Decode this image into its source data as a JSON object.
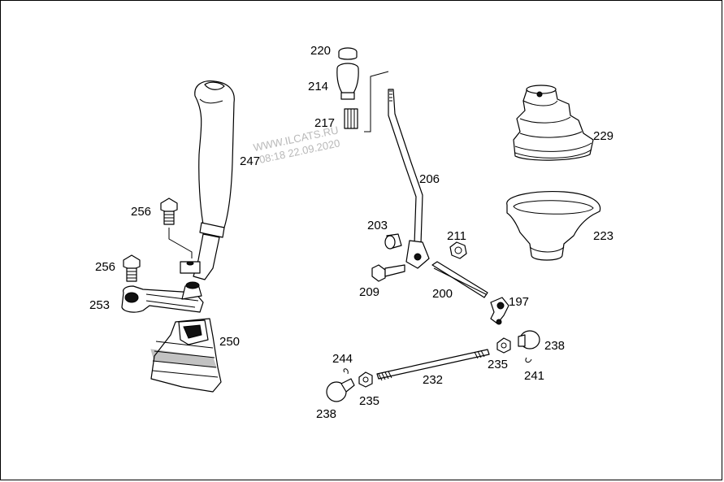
{
  "diagram": {
    "watermark": {
      "line1": "WWW.ILCATS.RU",
      "line2": "08:18 22.09.2020"
    },
    "labels": {
      "p220": "220",
      "p214": "214",
      "p217": "217",
      "p247": "247",
      "p206": "206",
      "p229": "229",
      "p256a": "256",
      "p256b": "256",
      "p253": "253",
      "p203": "203",
      "p211": "211",
      "p223": "223",
      "p209": "209",
      "p200": "200",
      "p197": "197",
      "p250": "250",
      "p238a": "238",
      "p244": "244",
      "p232": "232",
      "p235a": "235",
      "p241": "241",
      "p235b": "235",
      "p238b": "238"
    }
  }
}
